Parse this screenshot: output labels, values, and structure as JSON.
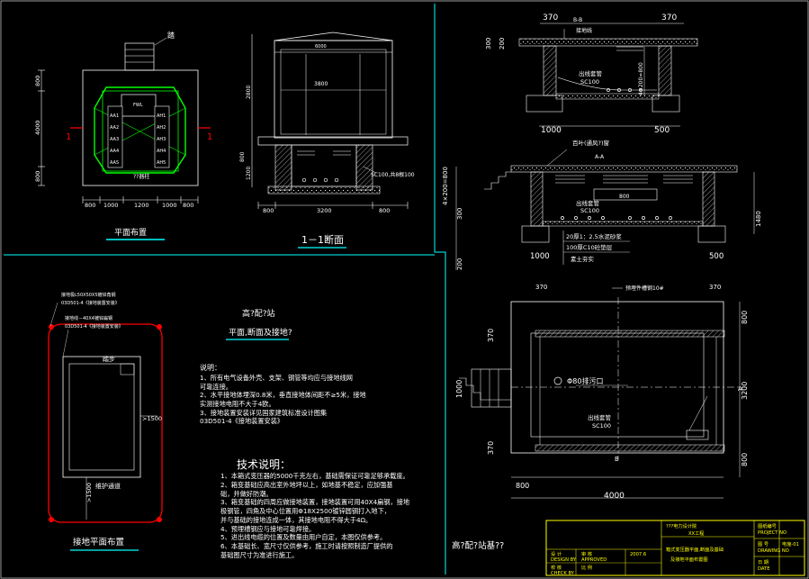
{
  "drawing": {
    "plan": {
      "title": "平面布置",
      "door_label": "踏",
      "cut_mark": "1",
      "dims_bottom": [
        "800",
        "1000",
        "1200",
        "1000",
        "800"
      ],
      "dims_left": [
        "800",
        "4000",
        "800"
      ],
      "transformer": "??器柱",
      "panel_mid": "FWL",
      "panels_left": [
        "AA1",
        "AA2",
        "AA3",
        "AA4",
        "AA5"
      ],
      "panels_right": [
        "AH1",
        "AH2",
        "AH3",
        "AH4",
        "AH5"
      ]
    },
    "section11": {
      "title": "1－1断面",
      "top_label": "6000",
      "inner_width": "3800",
      "height_dim": "2800",
      "bottom_dims": [
        "800",
        "3200",
        "800"
      ],
      "left_dims": [
        "1200",
        "800"
      ],
      "pipe_label": "SC100,共8根100"
    },
    "sectionBB": {
      "title": "B-B",
      "top_label": "接地线",
      "dims_top": [
        "370",
        "370"
      ],
      "left_dims": [
        "300",
        "200"
      ],
      "pipe_label": "出线套管",
      "pipe_spec": "SC100",
      "right_dim": "4×200=800",
      "bottom_dims": [
        "1000",
        "500"
      ]
    },
    "sectionAA": {
      "title": "A-A",
      "top_label": "百叶(通风?)窗",
      "left_dims": [
        "4×200=800",
        "300",
        "200"
      ],
      "center_dim": "800",
      "pipe_label": "出线套管",
      "pipe_spec": "SC100",
      "right_dim": "1480",
      "layer_labels": [
        "20厚1：2.5水泥砂浆",
        "100厚C10砼垫层",
        "素土夯实"
      ],
      "bottom_dims": [
        "1000",
        "500"
      ]
    },
    "foundation": {
      "dims_top": [
        "370",
        "370"
      ],
      "top_note": "预埋件槽钢10#",
      "right_dims": [
        "800",
        "3200",
        "800"
      ],
      "left_dims": [
        "370",
        "1000",
        "370"
      ],
      "hole_label": "Φ80排污口",
      "pipe_label": "出线套管",
      "pipe_spec": "SC100",
      "bottom_dims": [
        "800",
        "4000"
      ],
      "cut_A": "A",
      "cut_B": "B"
    },
    "grounding": {
      "title": "接地平面布置",
      "ann1": "接地极L50X50X5镀锌角钢",
      "ann1b": "03D501-4《接地装置安装》",
      "ann2": "接地线－40X4镀锌扁钢",
      "ann2b": "03D501-4《接地装置安装》",
      "label_stair": "踏步",
      "dim_right": ">1500",
      "dim_left": ">1500",
      "bottom_label": "维护通道"
    },
    "section_heading": {
      "line1": "高?配?站",
      "line2": "平面,断面及接地?"
    },
    "notes": {
      "heading": "说明：",
      "items": [
        "1、所有电气设备外壳、支架、钢管等均应与接地线网",
        "    可靠连接。",
        "2、水平接地体埋深0.8米，垂直接地体间距不≥5米，接地",
        "    实测接地电阻不大于4欧。",
        "3、接地装置安装详见国家建筑标准设计图集",
        "03D501-4《接地装置安装》"
      ]
    },
    "tech": {
      "heading": "技术说明：",
      "items": [
        "1、本箱式变压器的5000千克左右，基础需保证可靠足够承载度。",
        "2、箱变基础应高出室外地坪以上，如地基不稳定，应加强基",
        "    础，并做好防潮。",
        "3、箱变基础的四周应做接地装置，接地装置可用40X4扁钢，接地",
        "    极钢管，四角及中心位置用Φ18X2500镀锌圆钢打入地下，",
        "    并与基础的接地连成一体，其接地电阻不得大于4Ω。",
        "4、预埋槽钢应与接地可靠焊接。",
        "5、进出线电缆的位置及数量由用户自定，本图仅供参考。",
        "6、本基础长、宽尺寸仅供参考，施工时请按照制造厂提供的",
        "    基础图尺寸为准进行施工。"
      ]
    },
    "drawing_title": "高?配?站基??",
    "title_block": {
      "company": "???电力设计院",
      "project": "XX工程",
      "drawing_name": "箱式变压器平面,断面及基础",
      "drawing_name2": "及接地平面布置图",
      "label_design": "设 计",
      "label_design_en": "DESIGN BY",
      "label_check": "校 核",
      "label_check_en": "CHECK BY",
      "label_approve": "审 核",
      "label_approve_en": "APPROVED",
      "label_scale": "比 例",
      "label_project_no": "图纸编号",
      "label_project_no_en": "PROJECT NO",
      "label_drawing_no": "图 号",
      "label_drawing_no_en": "DRAWING NO",
      "label_date": "日 期",
      "label_date_en": "DATE",
      "label_draw_no": "电施-01",
      "stamp": "2007.6"
    }
  },
  "colors": {
    "line": "#ffffff",
    "cyan": "#00ffff",
    "yellow": "#ffff00",
    "green": "#00ff00",
    "red": "#ff0000",
    "magenta": "#ff00ff"
  }
}
